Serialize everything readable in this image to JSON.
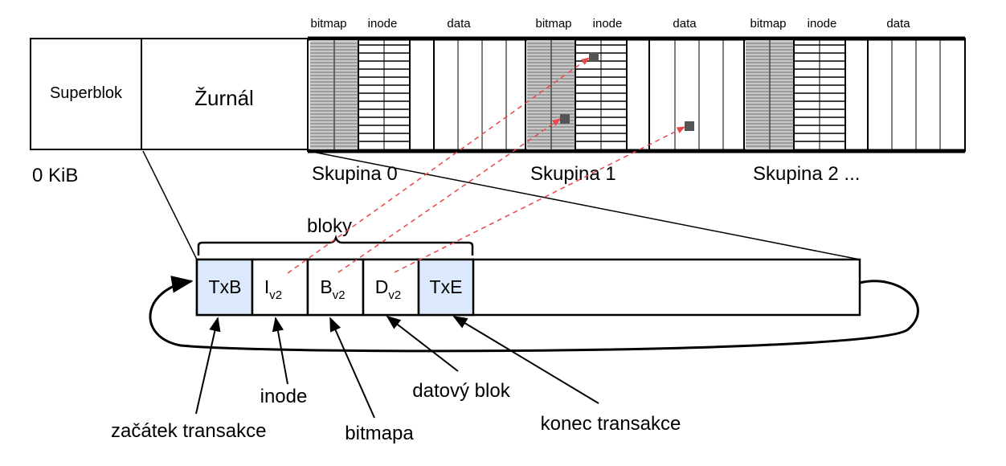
{
  "top": {
    "superblock": "Superblok",
    "journal": "Žurnál",
    "start_offset": "0 KiB",
    "groups": [
      {
        "name": "Skupina 0",
        "bitmap": "bitmap",
        "inode": "inode",
        "data": "data"
      },
      {
        "name": "Skupina 1",
        "bitmap": "bitmap",
        "inode": "inode",
        "data": "data"
      },
      {
        "name": "Skupina 2 ...",
        "bitmap": "bitmap",
        "inode": "inode",
        "data": "data"
      }
    ]
  },
  "journal_detail": {
    "brace_label": "bloky",
    "blocks": [
      {
        "label": "TxB",
        "sub": "",
        "highlight": true
      },
      {
        "label": "I",
        "sub": "v2",
        "highlight": false
      },
      {
        "label": "B",
        "sub": "v2",
        "highlight": false
      },
      {
        "label": "D",
        "sub": "v2",
        "highlight": false
      },
      {
        "label": "TxE",
        "sub": "",
        "highlight": true
      }
    ]
  },
  "annotations": {
    "txb": "začátek transakce",
    "inode": "inode",
    "bitmap": "bitmapa",
    "data": "datový blok",
    "txe": "konec transakce"
  },
  "colors": {
    "highlight_fill": "#dce8fb",
    "bitmap_fill": "#c8c8c8",
    "marker_fill": "#555555",
    "dashed_arrow": "#e8474a"
  }
}
